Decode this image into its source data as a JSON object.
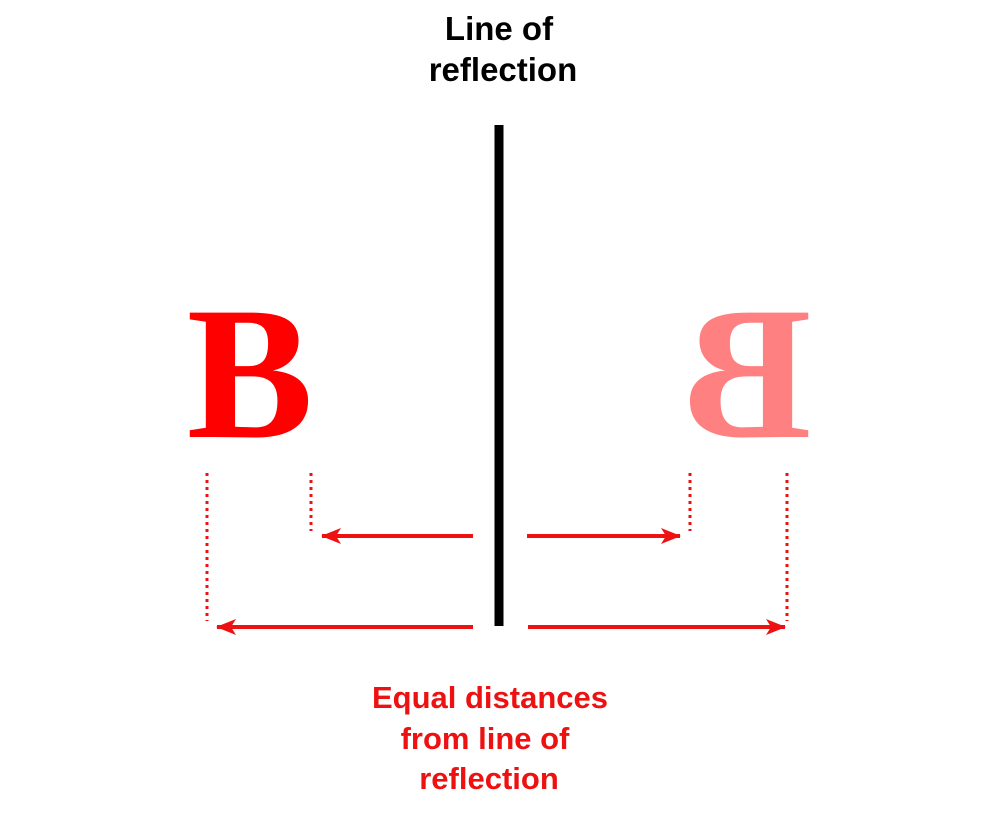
{
  "title": {
    "line1": "Line of",
    "line2": "reflection"
  },
  "letters": {
    "original": "B",
    "reflected": "B"
  },
  "caption": {
    "line1": "Equal distances",
    "line2": "from line of",
    "line3": "reflection"
  },
  "colors": {
    "mirror_line": "#000000",
    "original_letter": "#ff0000",
    "reflected_letter": "#ff8080",
    "arrows": "#ee1111",
    "caption": "#ee1111"
  }
}
